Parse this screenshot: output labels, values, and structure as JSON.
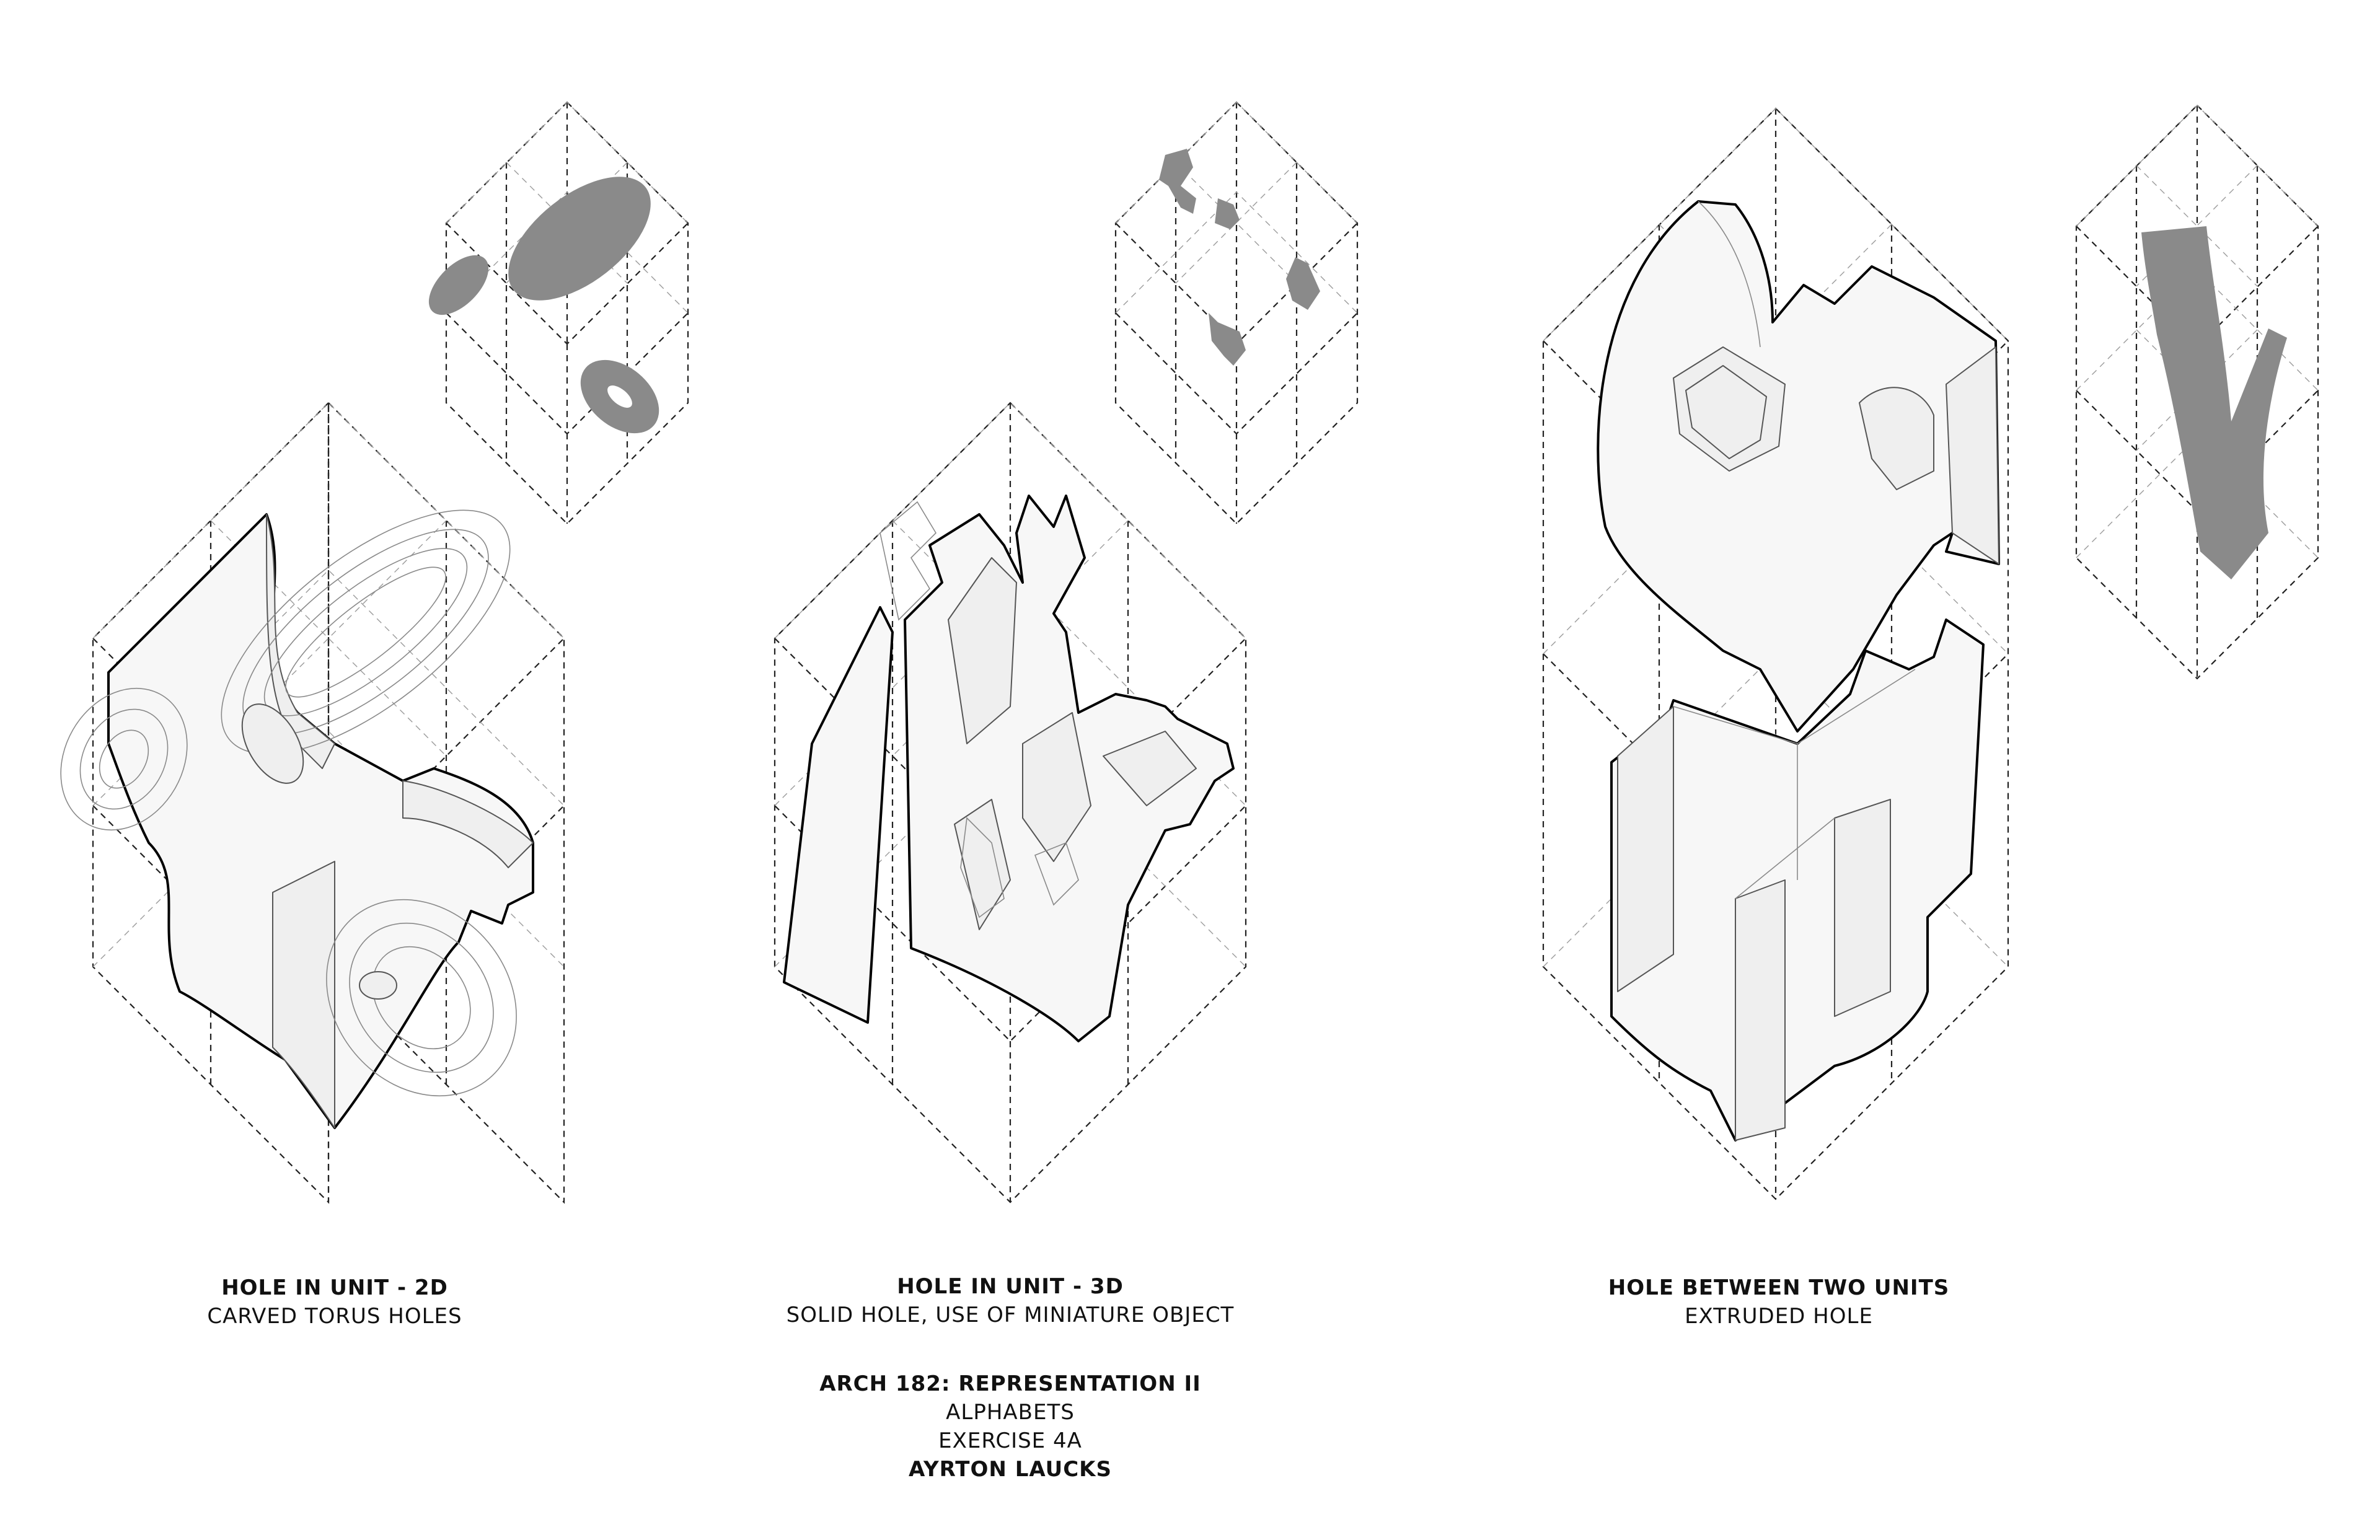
{
  "captions": {
    "unit_2d": {
      "title": "HOLE IN UNIT - 2D",
      "subtitle": "CARVED TORUS HOLES"
    },
    "unit_3d": {
      "title": "HOLE IN UNIT - 3D",
      "subtitle": "SOLID HOLE, USE OF MINIATURE OBJECT"
    },
    "two_units": {
      "title": "HOLE BETWEEN TWO UNITS",
      "subtitle": "EXTRUDED HOLE"
    }
  },
  "credits": {
    "course": "ARCH 182: REPRESENTATION II",
    "project": "ALPHABETS",
    "exercise": "EXERCISE 4A",
    "author": "AYRTON LAUCKS"
  },
  "colors": {
    "line": "#000000",
    "hole_fill": "#8a8a8a",
    "surface": "#f7f7f7",
    "grid": "#222222"
  }
}
